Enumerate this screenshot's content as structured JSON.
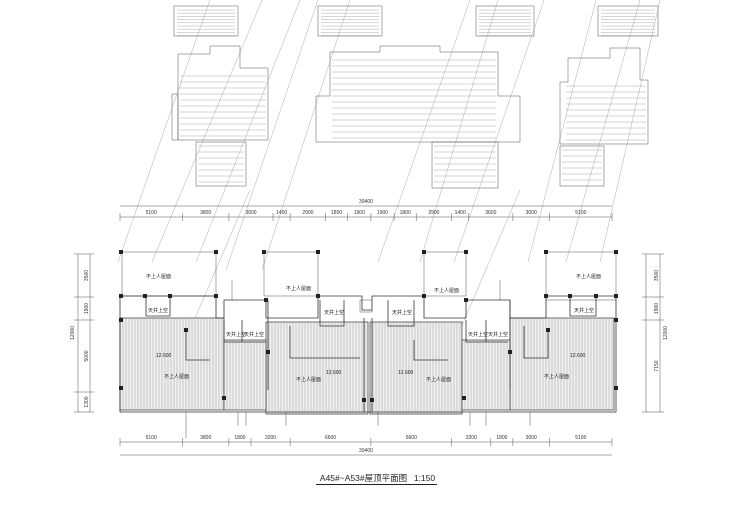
{
  "title": "A45#~A53#屋顶平面图",
  "scale": "1:150",
  "total_width_top": "39400",
  "total_width_bottom": "39400",
  "dims_top": [
    "5100",
    "3800",
    "3600",
    "1400",
    "2900",
    "1800",
    "1900",
    "1900",
    "1800",
    "2900",
    "1400",
    "3600",
    "3000",
    "5100"
  ],
  "dims_bottom": [
    "5100",
    "3800",
    "1800",
    "3200",
    "6600",
    "6600",
    "3200",
    "1800",
    "3000",
    "5100"
  ],
  "dims_left": [
    "3500",
    "1900",
    "5000",
    "1300"
  ],
  "total_height_left": "12000",
  "dims_right": [
    "3500",
    "1900",
    "7150"
  ],
  "total_height_right": "12000",
  "labels": {
    "roof_no_access": "不上人屋面",
    "skylight_up": "天井上空",
    "elevation": "12.600"
  },
  "colors": {
    "line": "#333333",
    "roof_fill": "#eeeeee"
  }
}
